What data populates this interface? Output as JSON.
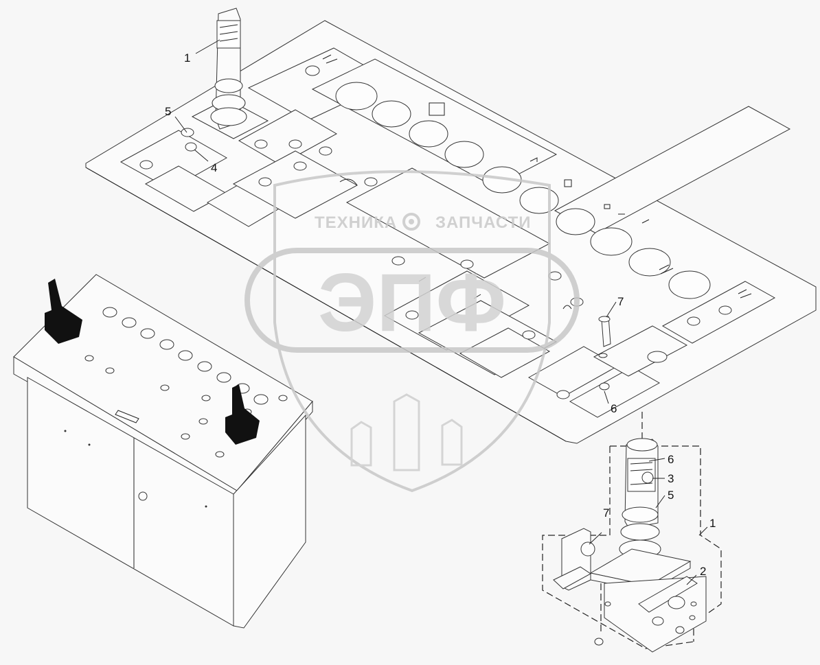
{
  "watermark": {
    "brand_left": "ТЕХНИКА",
    "brand_right": "ЗАПЧАСТИ",
    "logo": "ЭПФ",
    "logo_icon": "gear-icon"
  },
  "callouts": [
    {
      "id": "c1-top",
      "label": "1"
    },
    {
      "id": "c5-top",
      "label": "5"
    },
    {
      "id": "c4-top",
      "label": "4"
    },
    {
      "id": "c7-mid",
      "label": "7"
    },
    {
      "id": "c6-mid",
      "label": "6"
    },
    {
      "id": "c6-detail",
      "label": "6"
    },
    {
      "id": "c3-detail",
      "label": "3"
    },
    {
      "id": "c5-detail",
      "label": "5"
    },
    {
      "id": "c7-detail",
      "label": "7"
    },
    {
      "id": "c1-detail",
      "label": "1"
    },
    {
      "id": "c2-detail",
      "label": "2"
    }
  ],
  "colors": {
    "line": "#222222",
    "background": "#f7f7f7",
    "watermark": "#cccccc",
    "joystick_fill": "#111111"
  }
}
